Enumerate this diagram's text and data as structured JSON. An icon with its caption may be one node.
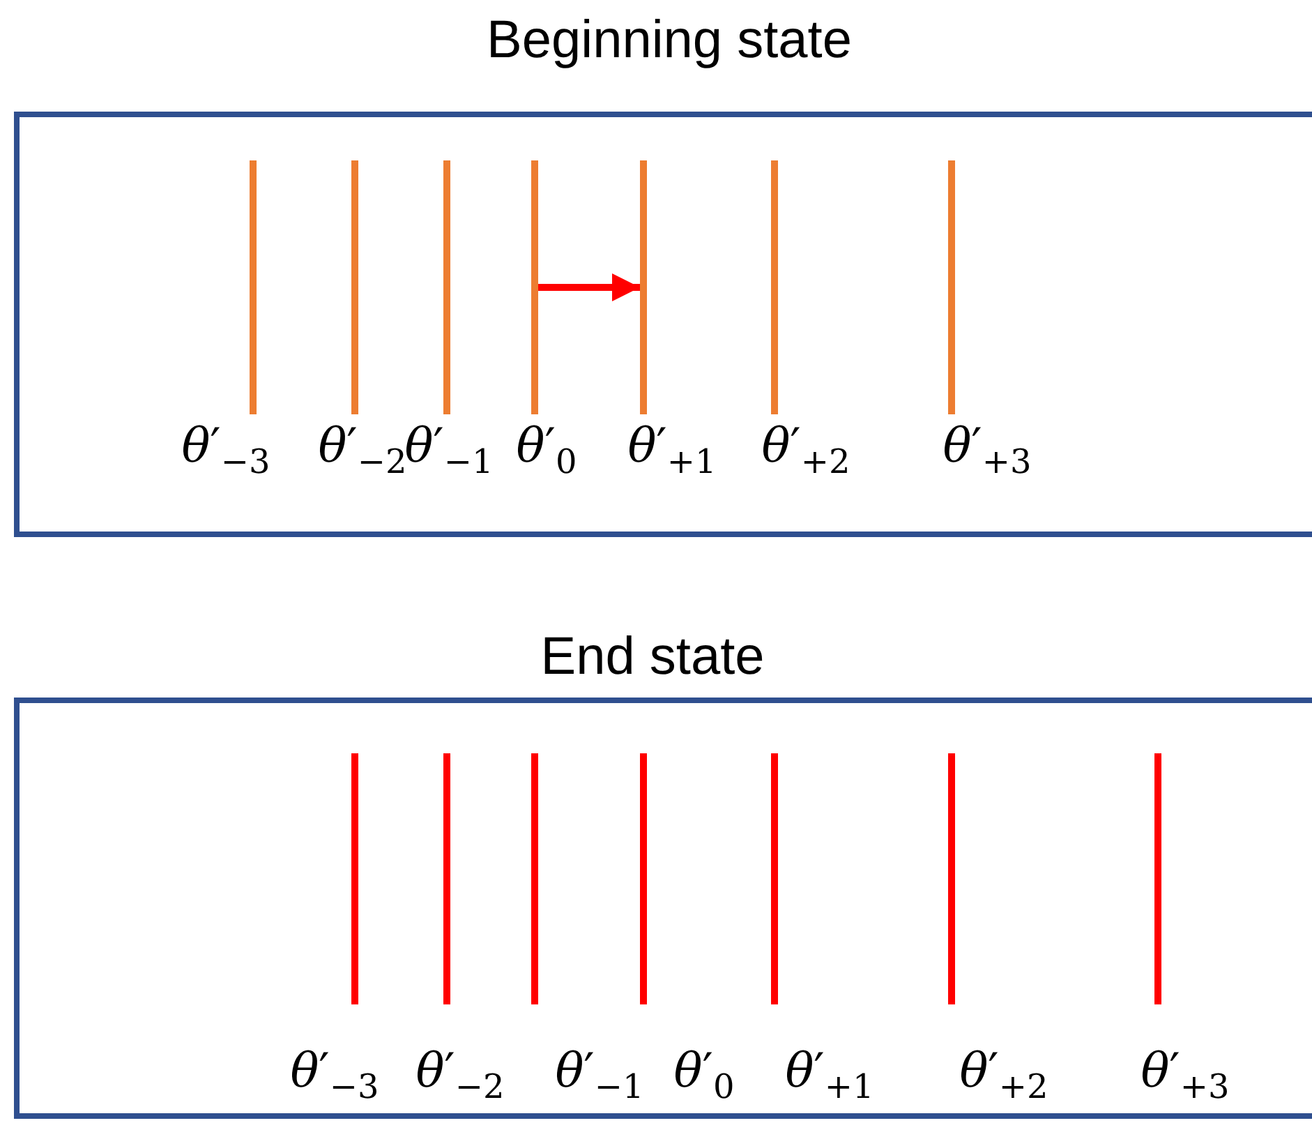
{
  "diagram": {
    "nodes": [
      {
        "text": [
          "Beginning state"
        ]
      },
      {
        "text": [],
        "shape": "bar",
        "in": 0,
        "beside": [
          "*θ*′$_{−3}$"
        ]
      },
      {
        "text": [],
        "shape": "bar",
        "in": 0,
        "beside": [
          "*θ*′$_{−2}$"
        ]
      },
      {
        "text": [],
        "shape": "bar",
        "in": 0,
        "beside": [
          "*θ*′$_{−1}$"
        ]
      },
      {
        "text": [],
        "shape": "bar",
        "in": 0,
        "beside": [
          "*θ*′$_{0}$"
        ]
      },
      {
        "text": [],
        "shape": "bar",
        "in": 0,
        "beside": [
          "*θ*′$_{+1}$"
        ]
      },
      {
        "text": [],
        "shape": "bar",
        "in": 0,
        "beside": [
          "*θ*′$_{+2}$"
        ]
      },
      {
        "text": [],
        "shape": "bar",
        "in": 0,
        "beside": [
          "*θ*′$_{+3}$"
        ]
      },
      {
        "text": [
          "End state"
        ]
      },
      {
        "text": [],
        "shape": "bar",
        "in": 8,
        "beside": [
          "*θ*′$_{−3}$"
        ]
      },
      {
        "text": [],
        "shape": "bar",
        "in": 8,
        "beside": [
          "*θ*′$_{−2}$"
        ]
      },
      {
        "text": [],
        "shape": "bar",
        "in": 8,
        "beside": [
          "*θ*′$_{−1}$"
        ]
      },
      {
        "text": [],
        "shape": "bar",
        "in": 8,
        "beside": [
          "*θ*′$_{0}$"
        ]
      },
      {
        "text": [],
        "shape": "bar",
        "in": 8,
        "beside": [
          "*θ*′$_{+1}$"
        ]
      },
      {
        "text": [],
        "shape": "bar",
        "in": 8,
        "beside": [
          "*θ*′$_{+2}$"
        ]
      },
      {
        "text": [],
        "shape": "bar",
        "in": 8,
        "beside": [
          "*θ*′$_{+3}$"
        ]
      }
    ],
    "edges": [
      {
        "from": 4,
        "to": 5,
        "arrow": "to",
        "color": "#ff0000"
      }
    ]
  }
}
